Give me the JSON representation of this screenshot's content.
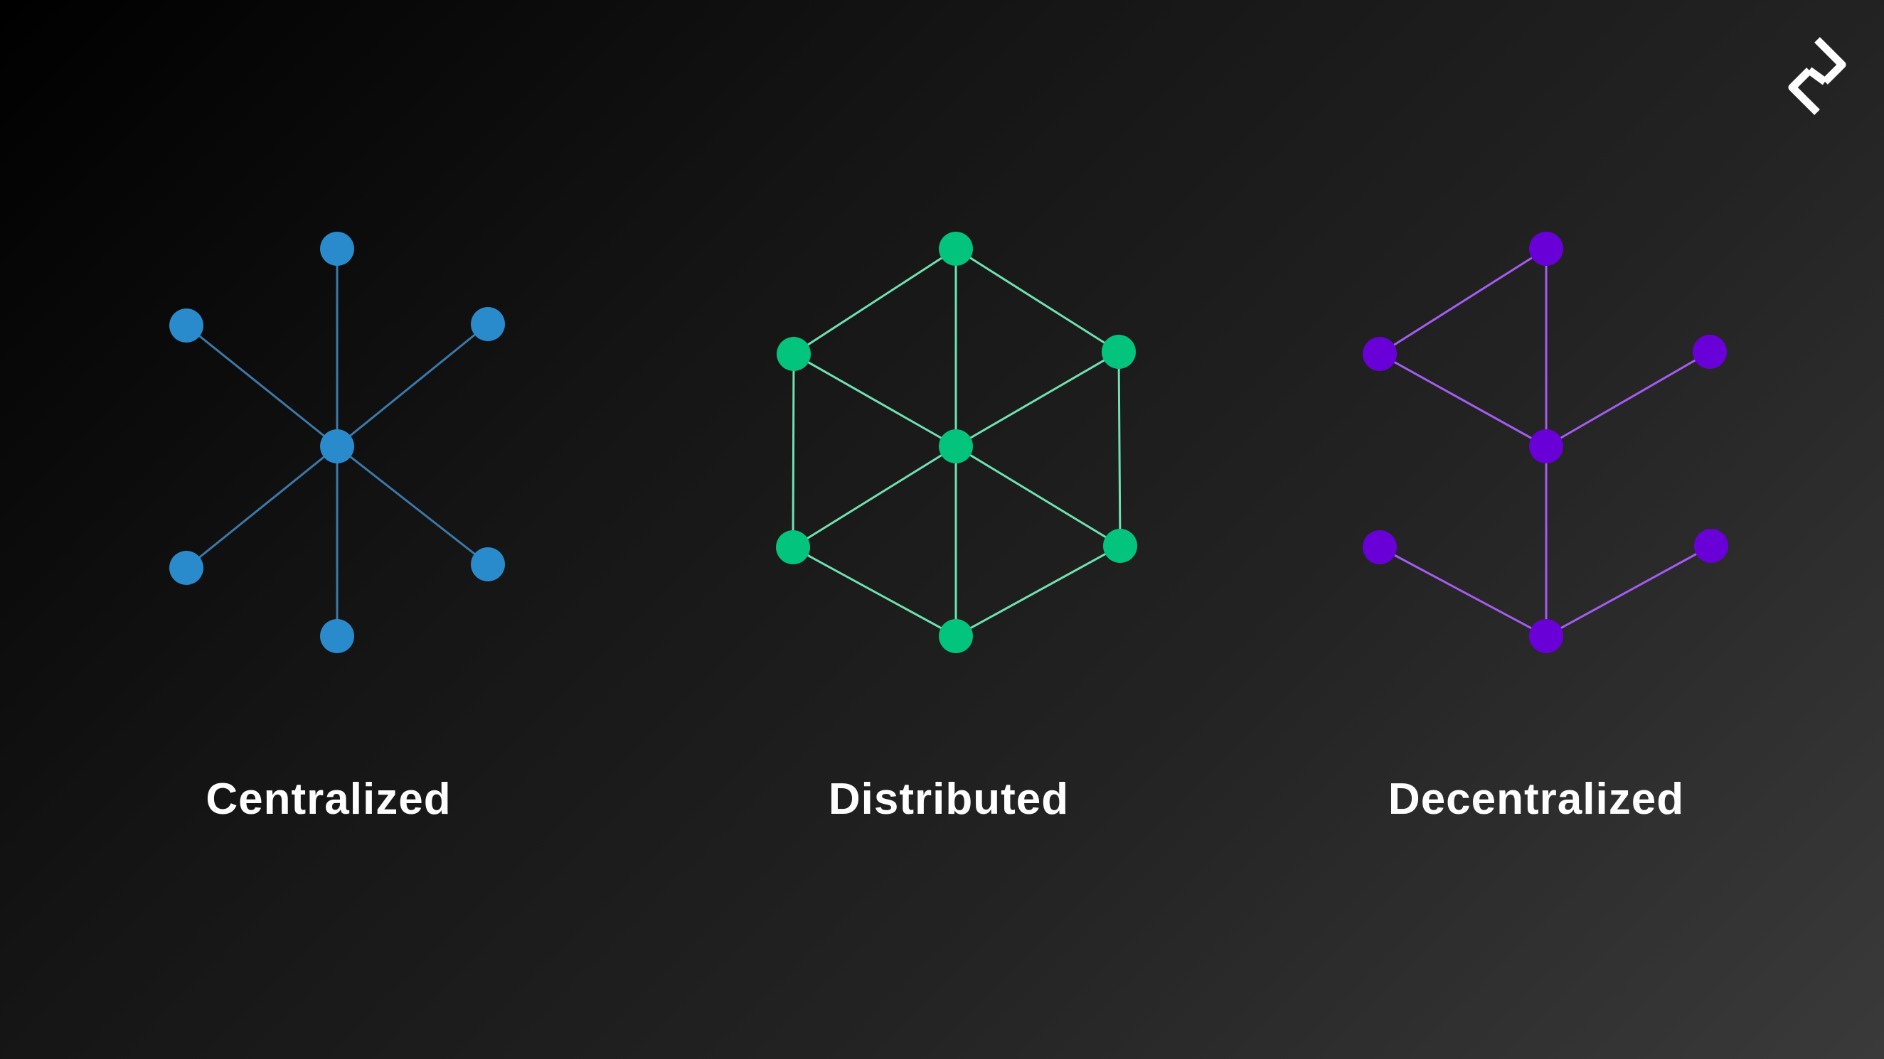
{
  "brand": {
    "logo_icon": "diamond-link-logo-icon"
  },
  "diagrams": [
    {
      "id": "centralized",
      "label": "Centralized",
      "color": "#2a8bcc",
      "edge_color": "#3b79a8"
    },
    {
      "id": "distributed",
      "label": "Distributed",
      "color": "#03c47c",
      "edge_color": "#6fe0b4"
    },
    {
      "id": "decentralized",
      "label": "Decentralized",
      "color": "#6a00d8",
      "edge_color": "#a45cf0"
    }
  ]
}
